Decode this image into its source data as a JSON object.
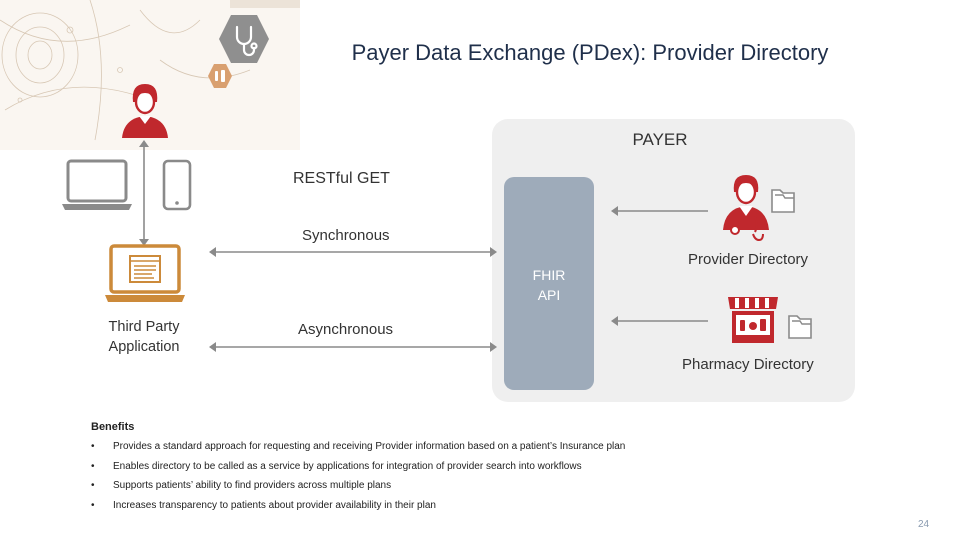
{
  "slide": {
    "title": "Payer Data Exchange (PDex): Provider Directory",
    "page_number": "24"
  },
  "diagram": {
    "payer_label": "PAYER",
    "fhir_api_line1": "FHIR",
    "fhir_api_line2": "API",
    "restful_get": "RESTful GET",
    "synchronous": "Synchronous",
    "asynchronous": "Asynchronous",
    "provider_directory": "Provider Directory",
    "pharmacy_directory": "Pharmacy Directory",
    "third_party_line1": "Third Party",
    "third_party_line2": "Application"
  },
  "benefits": {
    "heading": "Benefits",
    "bullet": "•",
    "items": [
      "Provides a standard approach for requesting and receiving Provider information based on a patient’s Insurance plan",
      "Enables directory to be called as a service by applications for integration of provider search into workflows",
      "Supports patients’ ability to find providers across multiple plans",
      "Increases transparency to patients about provider availability in their plan"
    ]
  },
  "colors": {
    "accent_red": "#c0282d",
    "device_gray": "#8a8a8a",
    "app_orange": "#cc8a3a",
    "fhir_blue_gray": "#9eabba",
    "payer_bg": "#efefef",
    "title_navy": "#1f2f4a"
  },
  "icons": [
    "stethoscope-icon",
    "medicine-icon",
    "user-icon",
    "laptop-icon",
    "phone-icon",
    "app-laptop-icon",
    "doctor-icon",
    "folder-icon",
    "pharmacy-store-icon"
  ]
}
